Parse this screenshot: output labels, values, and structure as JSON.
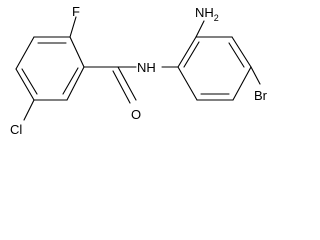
{
  "molecule": {
    "atoms": {
      "fluorine": "F",
      "chlorine": "Cl",
      "oxygen": "O",
      "amide_nitrogen": "N",
      "amide_hydrogen": "H",
      "amine_group": "NH",
      "amine_subscript": "2",
      "bromine": "Br"
    }
  }
}
